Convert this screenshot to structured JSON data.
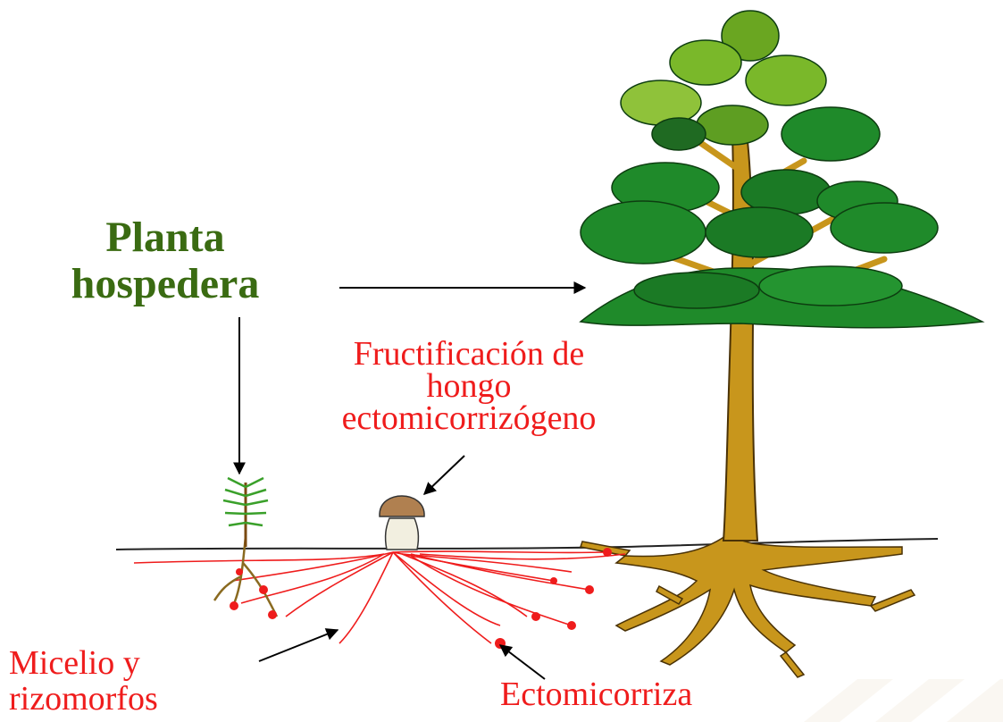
{
  "labels": {
    "host_plant": {
      "line1": "Planta",
      "line2": "hospedera"
    },
    "fruiting_body": {
      "line1": "Fructificación de",
      "line2": "hongo",
      "line3": "ectomicorrizógeno"
    },
    "mycelium": {
      "line1": "Micelio y",
      "line2": "rizomorfos"
    },
    "ectomycorrhiza": {
      "line1": "Ectomicorriza"
    }
  },
  "colors": {
    "host_label": "#3a6b12",
    "fungus_label": "#ef1c1c",
    "trunk": "#c8961c",
    "foliage": "#1f8a2a",
    "foliage_light": "#7ab82a",
    "hyphae": "#ef1c1c",
    "mushroom_cap": "#b08050",
    "mushroom_stem": "#f2efe0",
    "arrows": "#000000"
  }
}
